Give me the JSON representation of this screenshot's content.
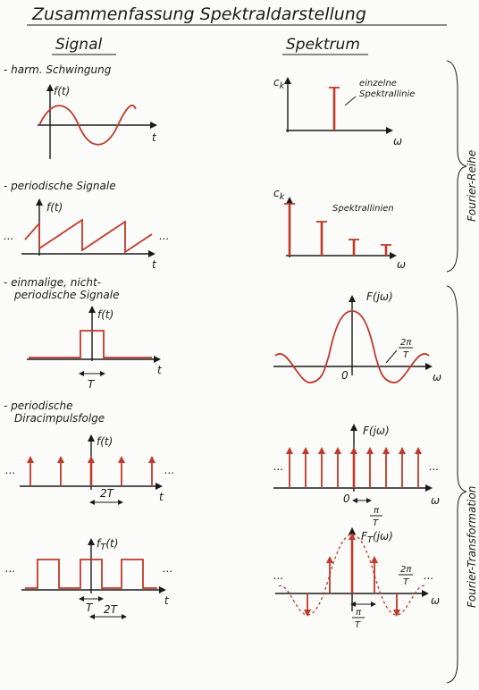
{
  "title": "Zusammenfassung Spektraldarstellung",
  "columns": {
    "signal": "Signal",
    "spectrum": "Spektrum"
  },
  "brackets": {
    "fourier_series": "Fourier-Reihe",
    "fourier_transform": "Fourier-Transformation"
  },
  "rows": [
    {
      "heading": "- harm. Schwingung",
      "signal_ylabel": "f(t)",
      "signal_xlabel": "t",
      "spec_ylabel": "c",
      "spec_ysub": "k",
      "spec_xlabel": "ω",
      "annotation_1": "einzelne",
      "annotation_2": "Spektrallinie"
    },
    {
      "heading": "- periodische Signale",
      "signal_ylabel": "f(t)",
      "signal_xlabel": "t",
      "spec_ylabel": "c",
      "spec_ysub": "k",
      "spec_xlabel": "ω",
      "annotation": "Spektrallinien",
      "dots": "..."
    },
    {
      "heading_1": "- einmalige, nicht-",
      "heading_2": "periodische Signale",
      "signal_ylabel": "f(t)",
      "signal_xlabel": "t",
      "pulse_width": "T",
      "spec_ylabel": "F(jω)",
      "spec_xlabel": "ω",
      "origin": "0",
      "zero_num": "2π",
      "zero_den": "T"
    },
    {
      "heading_1": "- periodische",
      "heading_2": "Diracimpulsfolge",
      "signal_ylabel": "f(t)",
      "signal_xlabel": "t",
      "period": "2T",
      "spec_ylabel": "F(jω)",
      "spec_xlabel": "ω",
      "origin": "0",
      "spacing_num": "π",
      "spacing_den": "T",
      "dots": "..."
    },
    {
      "signal_ylabel": "f",
      "signal_ysub": "T",
      "signal_ylabel_arg": "(t)",
      "signal_xlabel": "t",
      "pulse_width": "T",
      "period": "2T",
      "spec_ylabel": "F",
      "spec_ysub": "T",
      "spec_ylabel_arg": "(jω)",
      "spec_xlabel": "ω",
      "zero_num": "2π",
      "zero_den": "T",
      "spacing_num": "π",
      "spacing_den": "T",
      "dots": "..."
    }
  ]
}
